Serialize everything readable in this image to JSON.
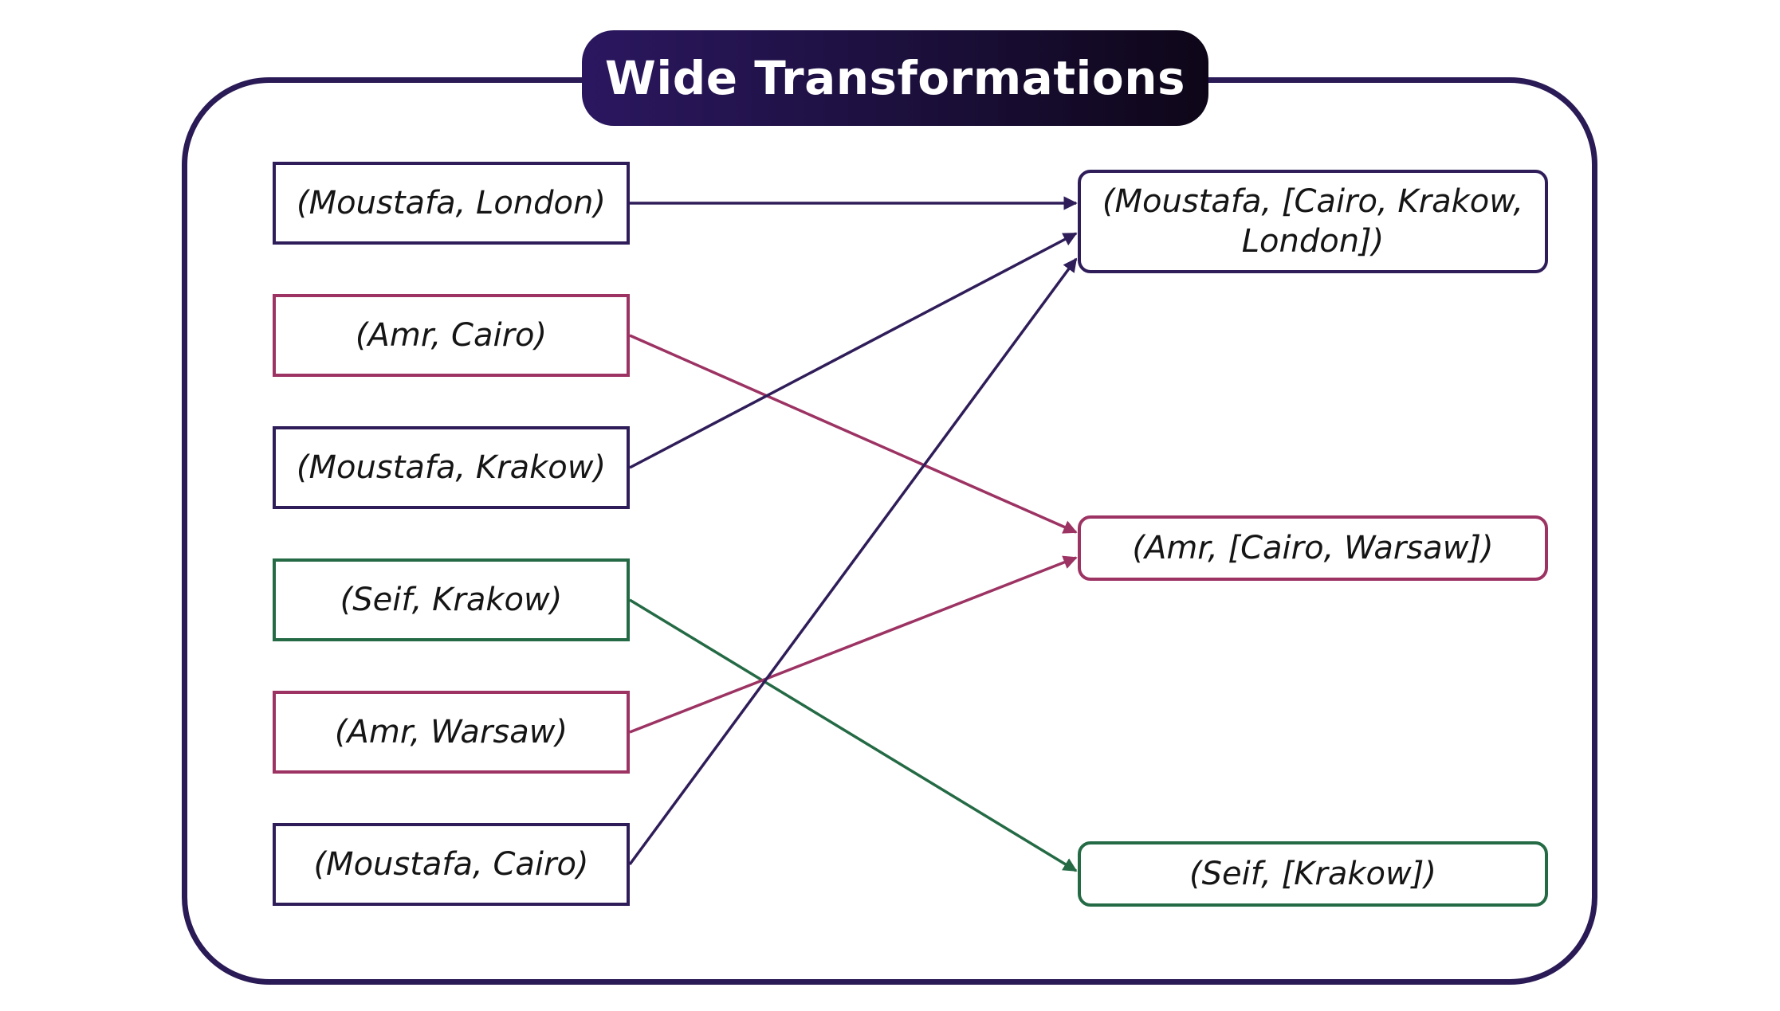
{
  "title": "Wide Transformations",
  "colors": {
    "frame": "#2a1a55",
    "moustafa": "#2f1d59",
    "amr": "#9c3363",
    "seif": "#246a45"
  },
  "inputs": [
    {
      "text": "(Moustafa, London)",
      "group": "moustafa"
    },
    {
      "text": "(Amr, Cairo)",
      "group": "amr"
    },
    {
      "text": "(Moustafa, Krakow)",
      "group": "moustafa"
    },
    {
      "text": "(Seif, Krakow)",
      "group": "seif"
    },
    {
      "text": "(Amr, Warsaw)",
      "group": "amr"
    },
    {
      "text": "(Moustafa, Cairo)",
      "group": "moustafa"
    }
  ],
  "outputs": [
    {
      "text": "(Moustafa, [Cairo, Krakow, London])",
      "group": "moustafa"
    },
    {
      "text": "(Amr, [Cairo, Warsaw])",
      "group": "amr"
    },
    {
      "text": "(Seif, [Krakow])",
      "group": "seif"
    }
  ],
  "edges": [
    {
      "from": 0,
      "to": 0,
      "group": "moustafa"
    },
    {
      "from": 1,
      "to": 1,
      "group": "amr"
    },
    {
      "from": 2,
      "to": 0,
      "group": "moustafa"
    },
    {
      "from": 3,
      "to": 2,
      "group": "seif"
    },
    {
      "from": 4,
      "to": 1,
      "group": "amr"
    },
    {
      "from": 5,
      "to": 0,
      "group": "moustafa"
    }
  ]
}
